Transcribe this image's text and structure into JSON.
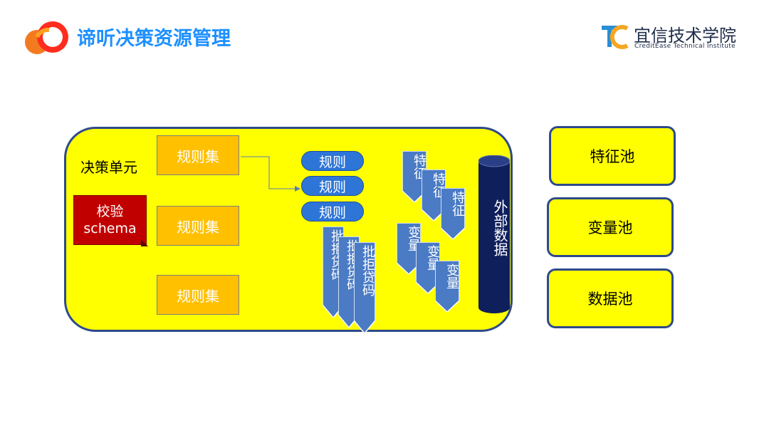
{
  "header": {
    "title": "谛听决策资源管理",
    "brand_cn": "宜信技术学院",
    "brand_en": "CreditEase Technical Institute",
    "accent_color": "#1e90ff",
    "logo_left_icon": "orange-ring-logo-icon",
    "logo_right_icon": "tc-logo-icon"
  },
  "diagram": {
    "unit_label": "决策单元",
    "schema": {
      "line1": "校验",
      "line2": "schema"
    },
    "rulesets": [
      "规则集",
      "规则集",
      "规则集"
    ],
    "rules": [
      "规则",
      "规则",
      "规则"
    ],
    "reject_codes": [
      "批拒贷码",
      "批拒贷码",
      "批拒贷码"
    ],
    "features": [
      "特征",
      "特征",
      "特征"
    ],
    "variables": [
      "变量",
      "变量",
      "变量"
    ],
    "external_data": "外部数据",
    "pools": [
      "特征池",
      "变量池",
      "数据池"
    ],
    "colors": {
      "container": "#ffff00",
      "container_border": "#2e4a8a",
      "ruleset": "#ffc000",
      "schema": "#c00000",
      "rule_pill": "#2e75d8",
      "chevron": "#4a7bc4",
      "cylinder": "#0f1f5c"
    }
  }
}
